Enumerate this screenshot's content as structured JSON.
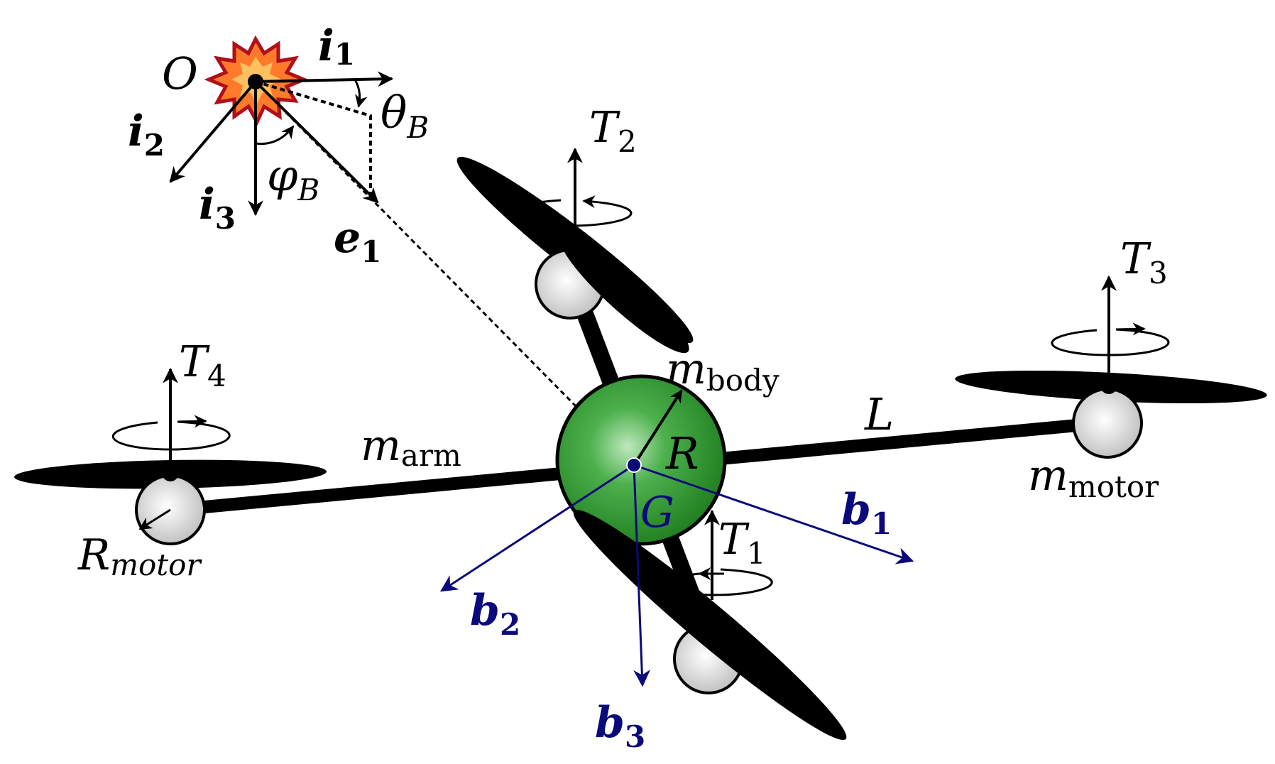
{
  "colors": {
    "ink": "#000000",
    "body_frame": "#0a0a7a",
    "body_sphere": "#3aa23a",
    "motor": "#d8d8d8",
    "origin_burst_outer": "#c0141c",
    "origin_burst_inner": "#ffb040"
  },
  "labels": {
    "origin": "O",
    "i1": {
      "base": "i",
      "sub": "1"
    },
    "i2": {
      "base": "i",
      "sub": "2"
    },
    "i3": {
      "base": "i",
      "sub": "3"
    },
    "e1": {
      "base": "e",
      "sub": "1"
    },
    "theta": {
      "base": "θ",
      "sub": "B"
    },
    "phi": {
      "base": "φ",
      "sub": "B"
    },
    "T1": {
      "base": "T",
      "sub": "1"
    },
    "T2": {
      "base": "T",
      "sub": "2"
    },
    "T3": {
      "base": "T",
      "sub": "3"
    },
    "T4": {
      "base": "T",
      "sub": "4"
    },
    "m_body": {
      "base": "m",
      "sub": "body"
    },
    "m_arm": {
      "base": "m",
      "sub": "arm"
    },
    "m_motor": {
      "base": "m",
      "sub": "motor"
    },
    "R_motor": {
      "base": "R",
      "sub": "motor"
    },
    "L": "L",
    "R": "R",
    "G": "G",
    "b1": {
      "base": "b",
      "sub": "1"
    },
    "b2": {
      "base": "b",
      "sub": "2"
    },
    "b3": {
      "base": "b",
      "sub": "3"
    }
  },
  "icons": {
    "origin_marker": "explosion-burst-icon"
  }
}
